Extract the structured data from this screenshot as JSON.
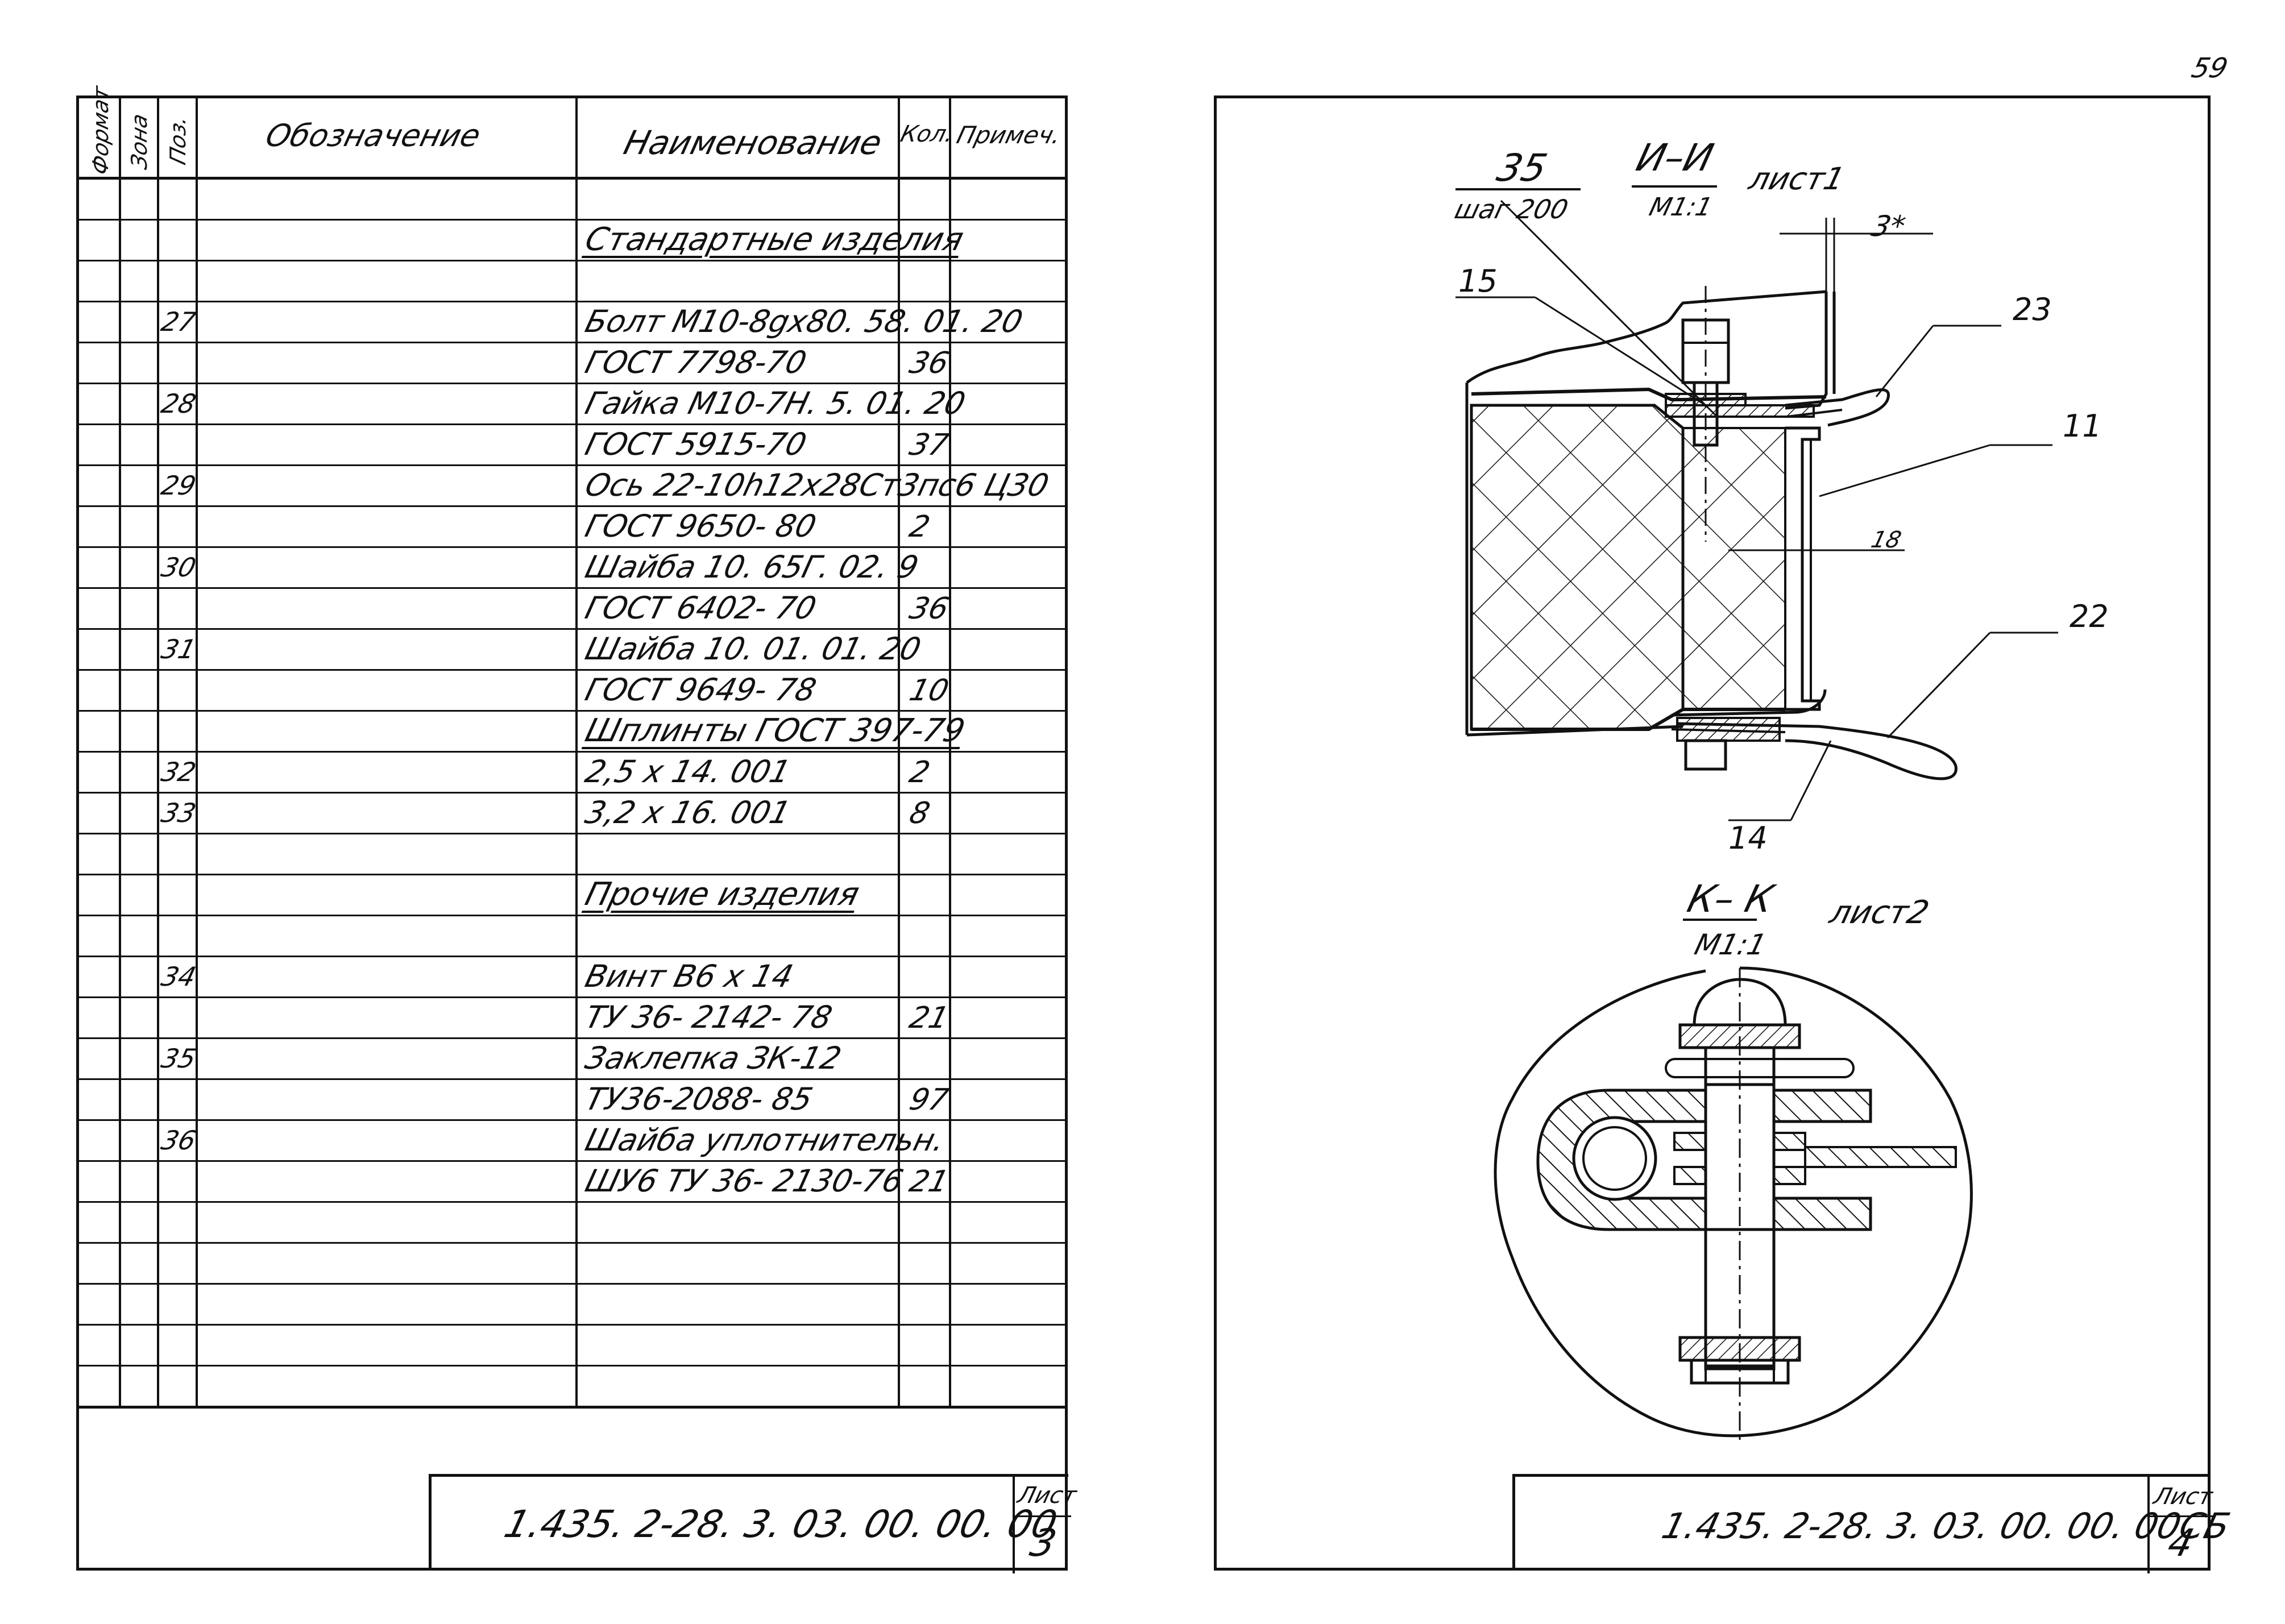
{
  "page_number": "59",
  "left_sheet": {
    "headers": {
      "format": "Формат",
      "zone": "Зона",
      "pos": "Поз.",
      "designation": "Обозначение",
      "name": "Наименование",
      "qty": "Кол.",
      "note": "Примеч."
    },
    "rows": [
      {
        "pos": "",
        "name": "",
        "qty": ""
      },
      {
        "pos": "",
        "name": "Стандартные изделия",
        "qty": "",
        "section": true
      },
      {
        "pos": "",
        "name": "",
        "qty": ""
      },
      {
        "pos": "27",
        "name": "Болт М10-8gх80. 58. 01. 20",
        "qty": ""
      },
      {
        "pos": "",
        "name": "ГОСТ 7798-70",
        "qty": "36"
      },
      {
        "pos": "28",
        "name": "Гайка М10-7Н. 5. 01. 20",
        "qty": ""
      },
      {
        "pos": "",
        "name": "ГОСТ 5915-70",
        "qty": "37"
      },
      {
        "pos": "29",
        "name": "Ось 22-10h12х28Ст3пс6 Ц30",
        "qty": ""
      },
      {
        "pos": "",
        "name": "ГОСТ 9650- 80",
        "qty": "2"
      },
      {
        "pos": "30",
        "name": "Шайба 10. 65Г. 02. 9",
        "qty": ""
      },
      {
        "pos": "",
        "name": "ГОСТ 6402- 70",
        "qty": "36"
      },
      {
        "pos": "31",
        "name": "Шайба 10. 01. 01. 20",
        "qty": ""
      },
      {
        "pos": "",
        "name": "ГОСТ 9649- 78",
        "qty": "10"
      },
      {
        "pos": "",
        "name": "Шплинты   ГОСТ 397-79",
        "qty": "",
        "section": true
      },
      {
        "pos": "32",
        "name": "2,5 х 14. 001",
        "qty": "2"
      },
      {
        "pos": "33",
        "name": "3,2 х 16. 001",
        "qty": "8"
      },
      {
        "pos": "",
        "name": "",
        "qty": ""
      },
      {
        "pos": "",
        "name": "Прочие изделия",
        "qty": "",
        "section": true
      },
      {
        "pos": "",
        "name": "",
        "qty": ""
      },
      {
        "pos": "34",
        "name": "Винт В6 х 14",
        "qty": ""
      },
      {
        "pos": "",
        "name": "ТУ 36- 2142- 78",
        "qty": "21"
      },
      {
        "pos": "35",
        "name": "Заклепка ЗК-12",
        "qty": ""
      },
      {
        "pos": "",
        "name": "ТУ36-2088- 85",
        "qty": "97"
      },
      {
        "pos": "36",
        "name": "Шайба уплотнительн.",
        "qty": ""
      },
      {
        "pos": "",
        "name": "ШУ6 ТУ 36- 2130-76",
        "qty": "21"
      },
      {
        "pos": "",
        "name": "",
        "qty": ""
      },
      {
        "pos": "",
        "name": "",
        "qty": ""
      },
      {
        "pos": "",
        "name": "",
        "qty": ""
      },
      {
        "pos": "",
        "name": "",
        "qty": ""
      },
      {
        "pos": "",
        "name": "",
        "qty": ""
      }
    ],
    "stamp": {
      "code": "1.435. 2-28. 3. 03. 00. 00. 00",
      "sheet_label": "Лист",
      "sheet_number": "3"
    }
  },
  "right_sheet": {
    "section_ii": {
      "title": "И–И",
      "scale": "М1:1",
      "sheet_ref": "лист1",
      "leader_35": "35",
      "pitch": "шаг 200",
      "dim_3": "3*",
      "dim_18": "18",
      "callouts": [
        "15",
        "23",
        "11",
        "22",
        "14"
      ]
    },
    "section_kk": {
      "title": "К– К",
      "scale": "М1:1",
      "sheet_ref": "лист2"
    },
    "stamp": {
      "code": "1.435. 2-28. 3. 03. 00. 00. 00СБ",
      "sheet_label": "Лист",
      "sheet_number": "4"
    }
  },
  "colors": {
    "ink": "#111111",
    "paper": "#ffffff"
  }
}
